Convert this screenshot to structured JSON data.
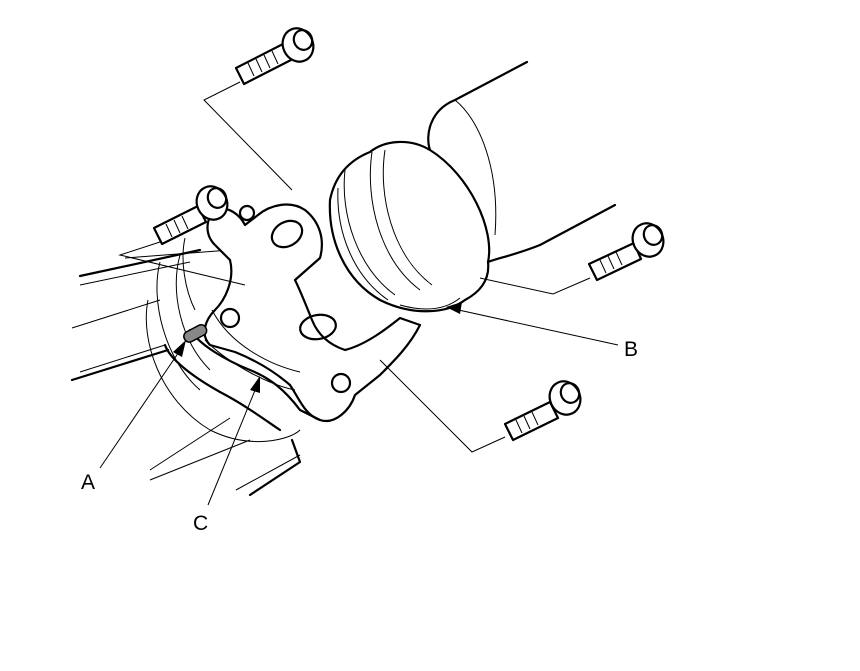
{
  "callouts": {
    "a": "A",
    "b": "B",
    "c": "C"
  },
  "colors": {
    "line": "#000000",
    "background": "#ffffff",
    "marker": "#888888"
  },
  "icons": [
    "bolt-icon",
    "propeller-shaft",
    "flange-yoke",
    "alignment-mark",
    "differential-housing"
  ]
}
